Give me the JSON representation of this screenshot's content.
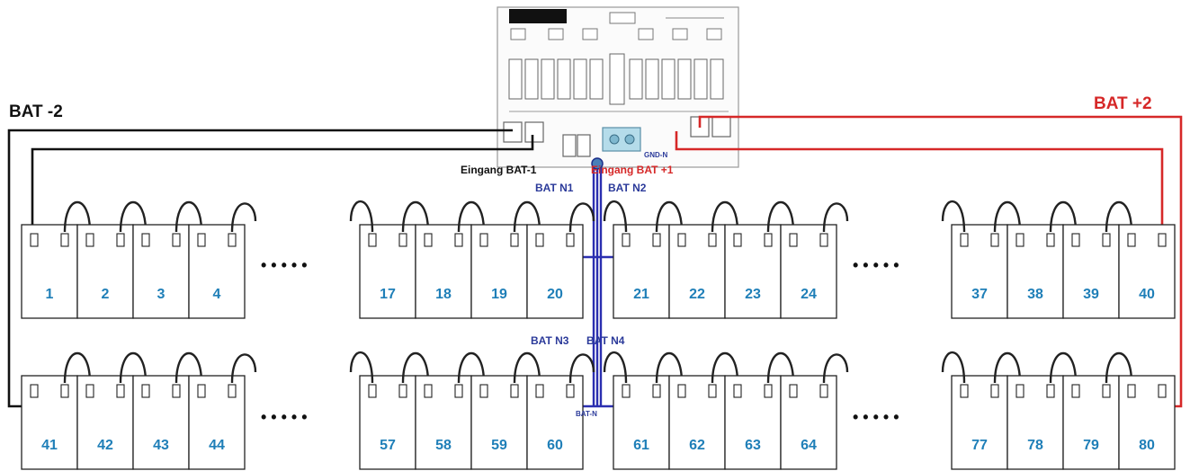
{
  "labels": {
    "bat_neg2": "BAT -2",
    "bat_pos2": "BAT +2",
    "eingang_neg1": "Eingang BAT-1",
    "eingang_pos1": "Eingang BAT +1",
    "bat_n1": "BAT N1",
    "bat_n2": "BAT N2",
    "bat_n3": "BAT N3",
    "bat_n4": "BAT N4",
    "bat_n": "BAT-N",
    "gnd_n": "GND-N"
  },
  "ellipsis": "• • • • •",
  "battery_groups": {
    "top": [
      [
        "1",
        "2",
        "3",
        "4"
      ],
      [
        "17",
        "18",
        "19",
        "20"
      ],
      [
        "21",
        "22",
        "23",
        "24"
      ],
      [
        "37",
        "38",
        "39",
        "40"
      ]
    ],
    "bottom": [
      [
        "41",
        "42",
        "43",
        "44"
      ],
      [
        "57",
        "58",
        "59",
        "60"
      ],
      [
        "61",
        "62",
        "63",
        "64"
      ],
      [
        "77",
        "78",
        "79",
        "80"
      ]
    ]
  },
  "colors": {
    "negative_wire": "#111111",
    "positive_wire": "#d62828",
    "neutral_wire": "#2b2fb0",
    "battery_number": "#1f7fb8",
    "label_dark": "#111111",
    "label_red": "#d62828",
    "label_blue": "#2b3a9a"
  }
}
